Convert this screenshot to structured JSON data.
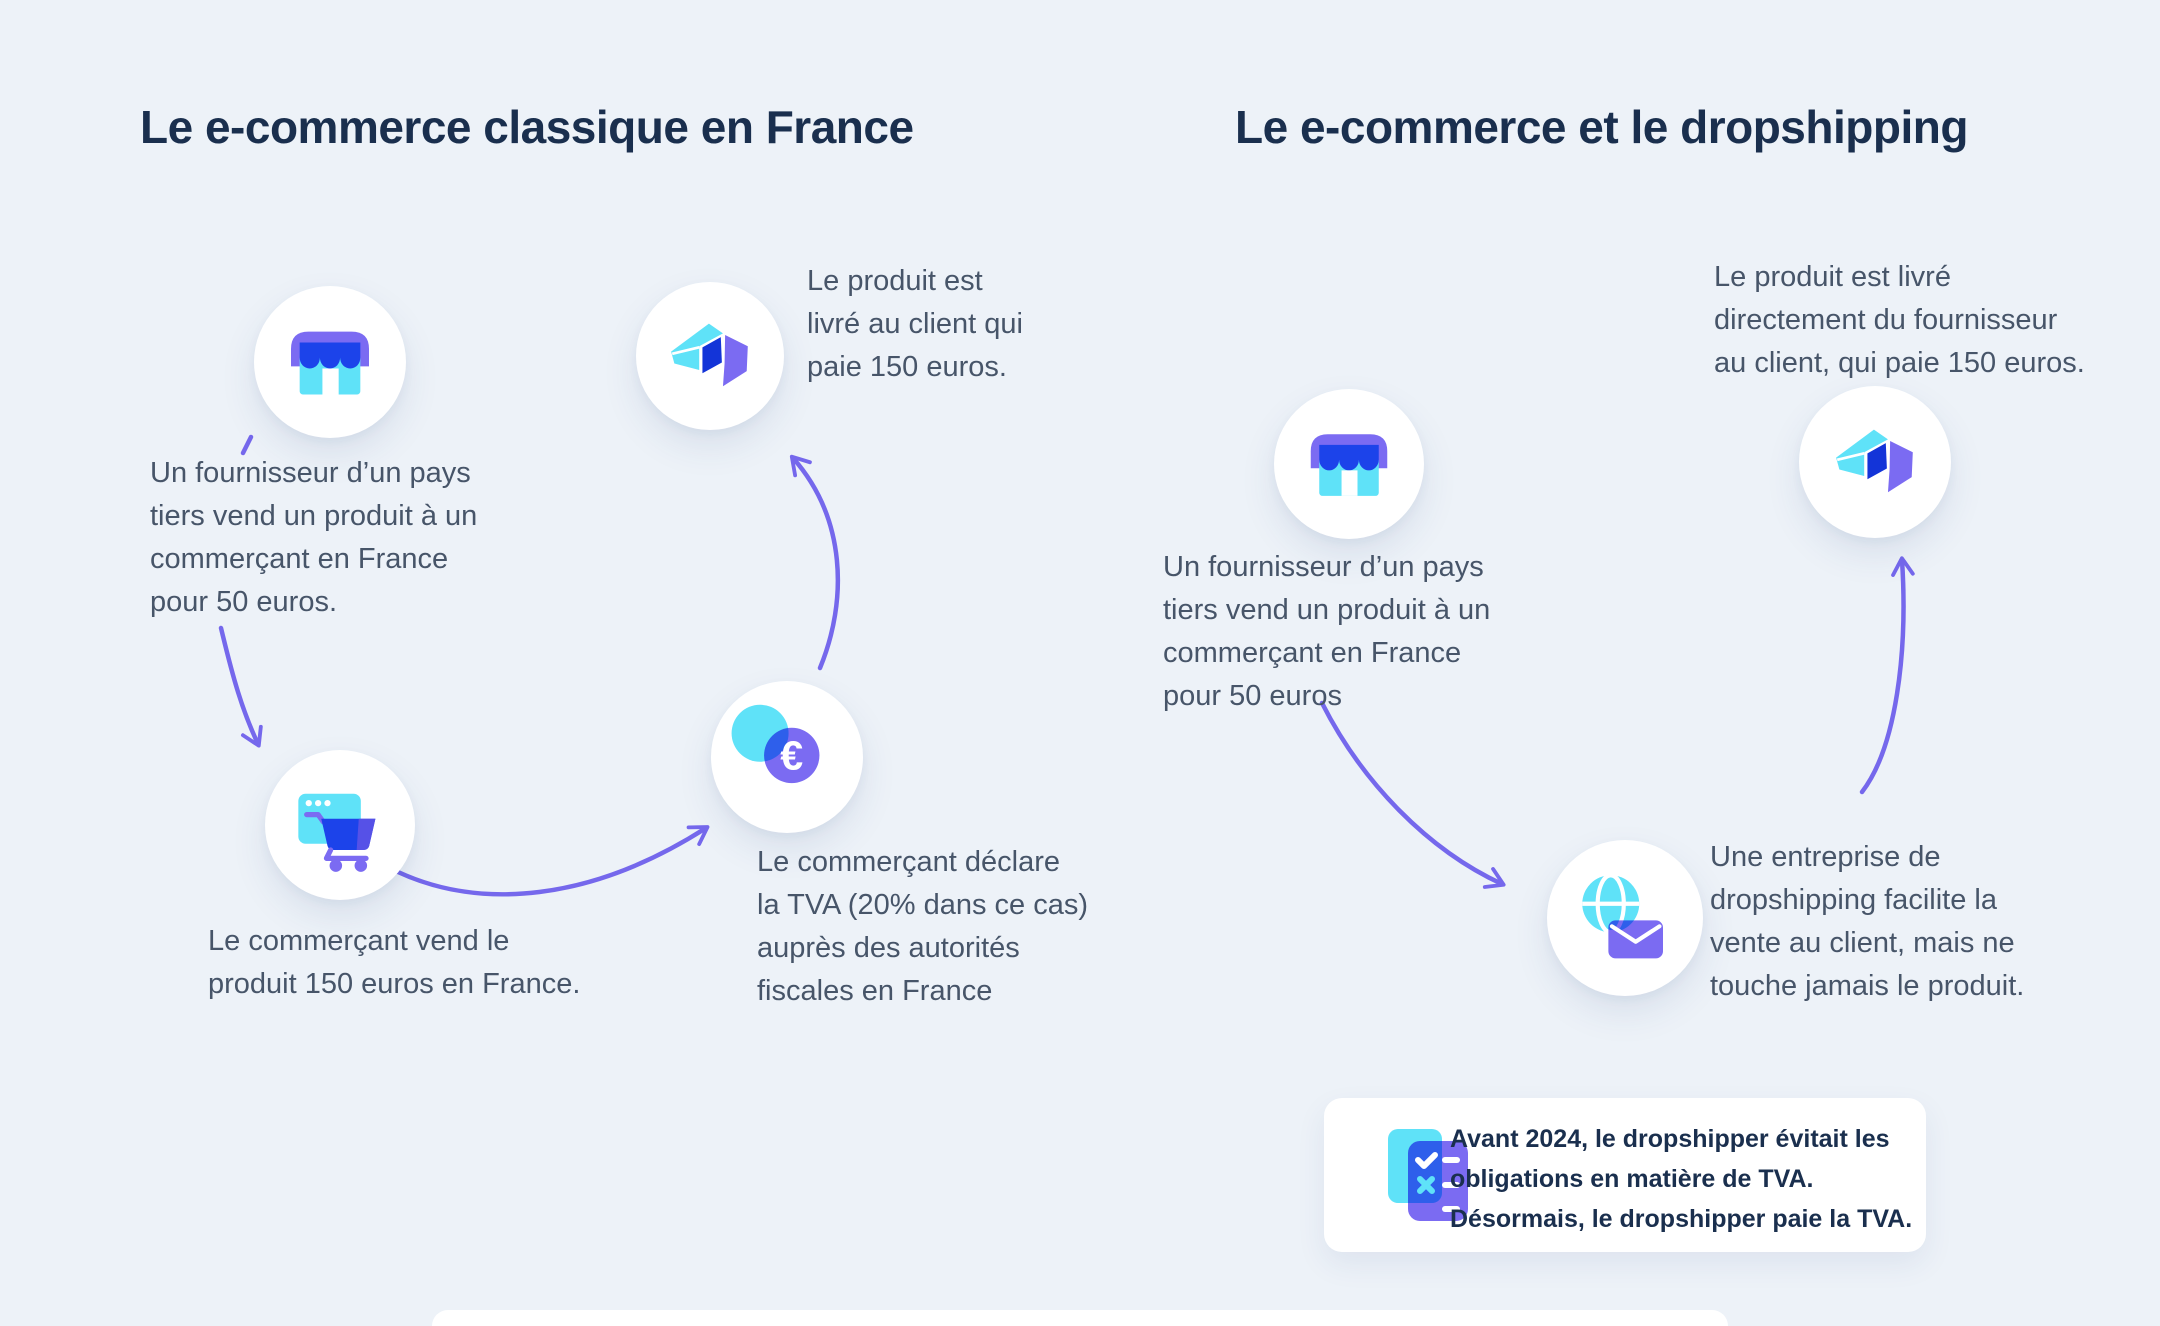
{
  "background": "#edf2f8",
  "palette": {
    "navy": "#1a2f4e",
    "body_text": "#475569",
    "arrow_purple": "#7568ec",
    "icon_cyan": "#5fe2f8",
    "icon_blue": "#1c43ea",
    "icon_purple": "#7b6bf2",
    "card_white": "#ffffff"
  },
  "left_section": {
    "title": "Le e-commerce classique en France",
    "steps": [
      {
        "icon": "storefront-icon",
        "text": "Un fournisseur d’un pays\ntiers vend un produit à un\ncommerçant en France\npour 50 euros."
      },
      {
        "icon": "cart-icon",
        "text": "Le commerçant vend le\nproduit 150 euros en France."
      },
      {
        "icon": "euro-coin-icon",
        "text": "Le commerçant déclare\nla TVA (20% dans ce cas)\nauprès des autorités\nfiscales en France"
      },
      {
        "icon": "package-icon",
        "text": "Le produit est\nlivré au client qui\npaie 150 euros."
      }
    ]
  },
  "right_section": {
    "title": "Le e-commerce et le dropshipping",
    "steps": [
      {
        "icon": "storefront-icon",
        "text": "Un fournisseur d’un pays\ntiers vend un produit à un\ncommerçant en France\npour 50 euros"
      },
      {
        "icon": "globe-mail-icon",
        "text": "Une entreprise de\ndropshipping facilite la\nvente au client, mais ne\ntouche jamais le produit."
      },
      {
        "icon": "package-icon",
        "text": "Le produit est livré\ndirectement du fournisseur\nau client, qui paie 150 euros."
      }
    ],
    "note": {
      "icon": "checklist-icon",
      "text": "Avant 2024, le dropshipper évitait les\nobligations en matière de TVA.\nDésormais, le dropshipper paie la TVA."
    }
  }
}
